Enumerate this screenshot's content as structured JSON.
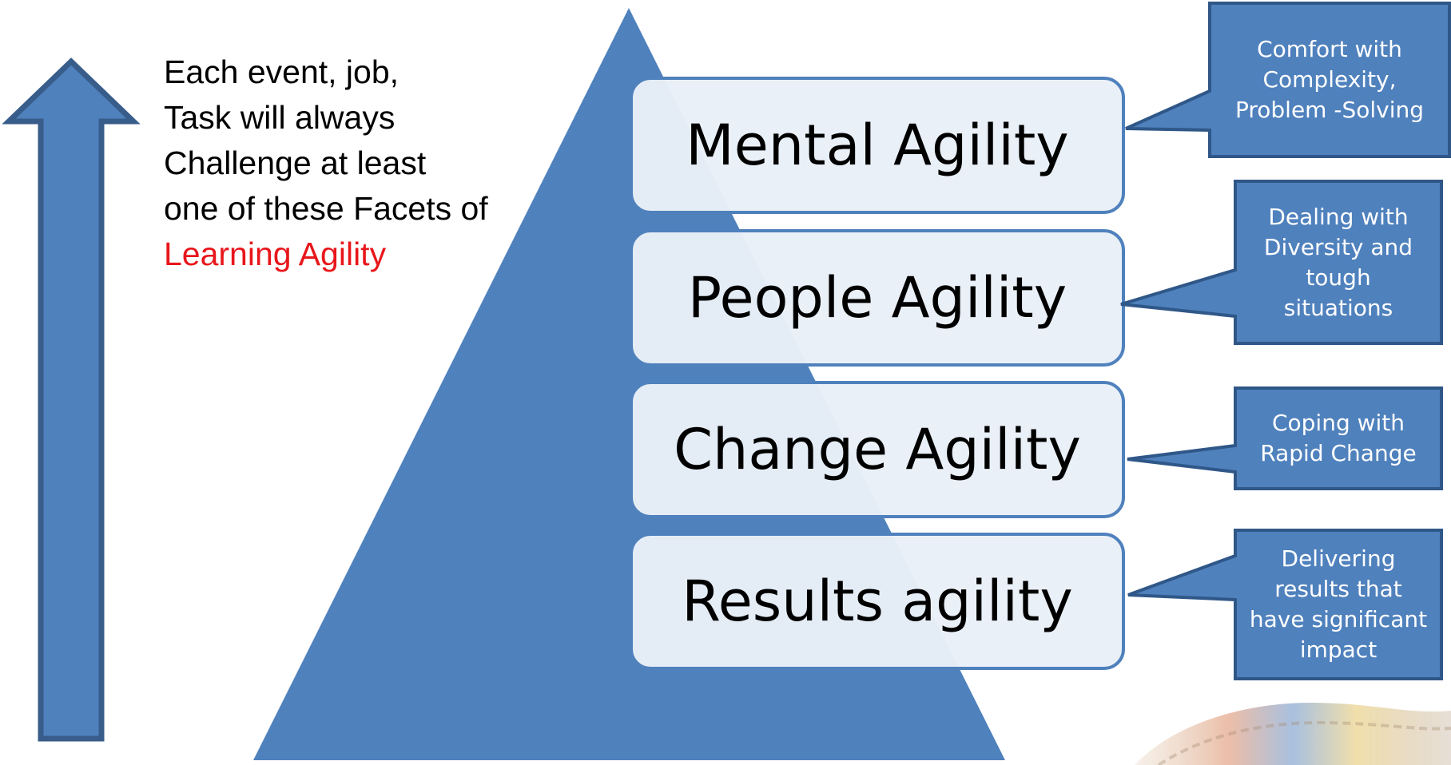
{
  "intro": {
    "lines": [
      "Each event, job,",
      "Task will always",
      "Challenge at least",
      "one of these Facets of"
    ],
    "highlight": "Learning Agility"
  },
  "facets": [
    {
      "label": "Mental Agility",
      "callout": [
        "Comfort with",
        "Complexity,",
        "Problem -Solving"
      ]
    },
    {
      "label": "People Agility",
      "callout": [
        "Dealing with",
        "Diversity and",
        "tough",
        "situations"
      ]
    },
    {
      "label": "Change Agility",
      "callout": [
        "Coping with",
        "Rapid Change"
      ]
    },
    {
      "label": "Results agility",
      "callout": [
        "Delivering",
        "results that",
        "have significant",
        "impact"
      ]
    }
  ],
  "colors": {
    "pyramid_fill": "#4f81bd",
    "arrow_fill": "#4f81bd",
    "arrow_outline": "#385d8a",
    "box_fill": "#e9eff7",
    "box_border": "#4f81bd",
    "callout_fill": "#4f81bd",
    "callout_border": "#2f5788",
    "highlight_text": "#e8161b"
  },
  "icons": [
    "up-arrow-icon",
    "pyramid-shape"
  ]
}
